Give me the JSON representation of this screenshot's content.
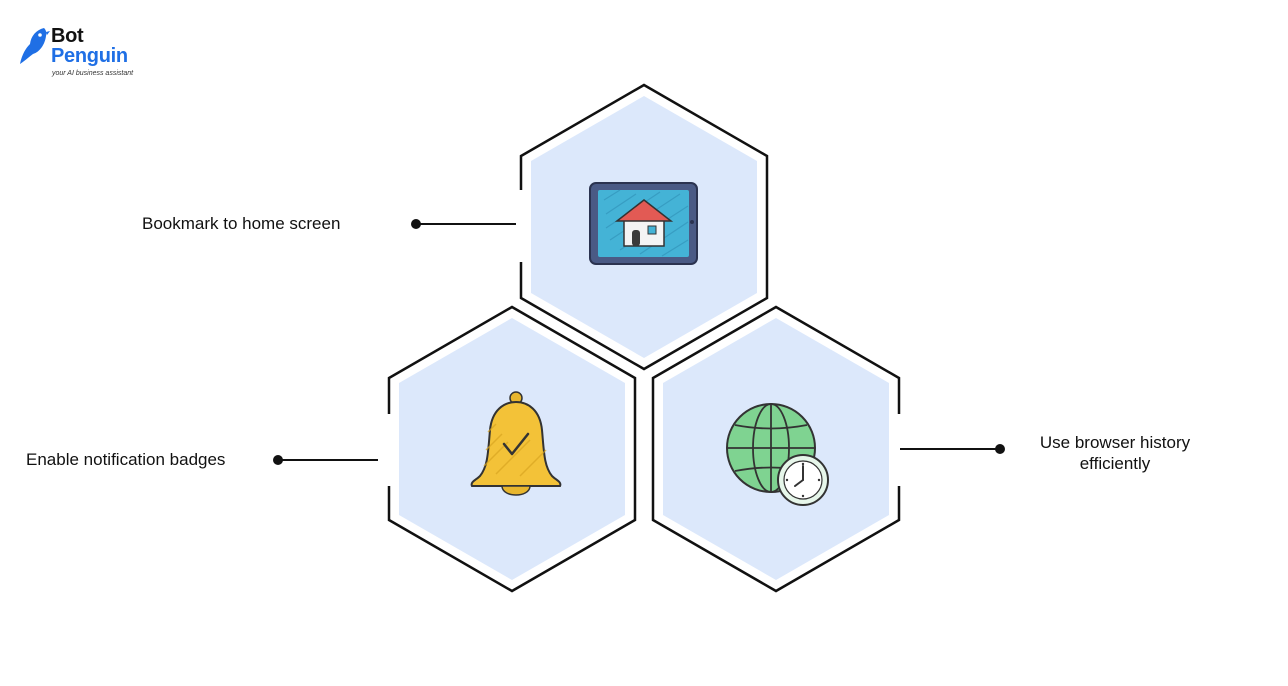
{
  "brand": {
    "name_line1": "Bot",
    "name_line2": "Penguin",
    "tagline": "your AI business assistant",
    "colors": {
      "primary": "#1f6fe5",
      "dark": "#111111"
    }
  },
  "diagram": {
    "hex_fill": "#dce8fb",
    "hex_stroke": "#111111",
    "items": [
      {
        "label": "Bookmark to home screen",
        "icon": "tablet-home-icon"
      },
      {
        "label": "Enable notification badges",
        "icon": "bell-check-icon"
      },
      {
        "label": "Use browser history efficiently",
        "icon": "globe-clock-icon"
      }
    ]
  }
}
